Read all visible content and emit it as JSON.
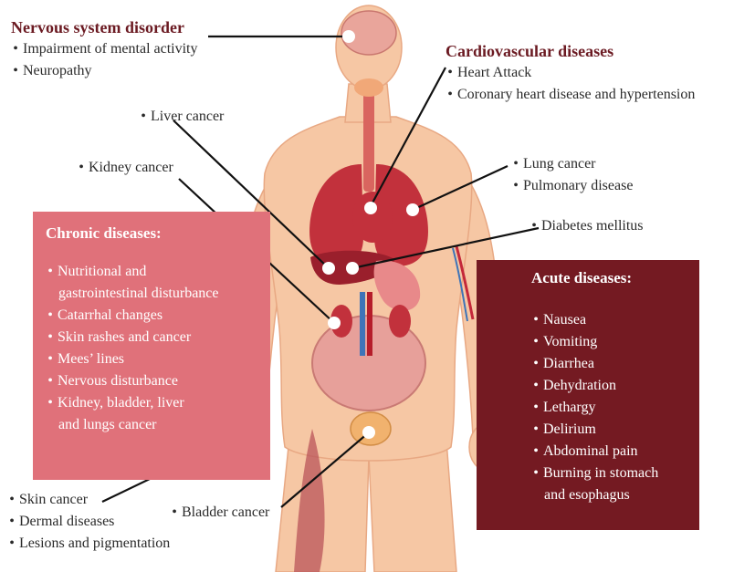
{
  "colors": {
    "skin": "#f6c7a4",
    "skin_edge": "#e8a883",
    "chronic_box": "#e0717a",
    "acute_box": "#741a22",
    "organ_red": "#c2313c",
    "organ_dark": "#9a1f2c",
    "intestine": "#e7a09a",
    "leader_line": "#111111"
  },
  "nervous": {
    "heading": "Nervous system disorder",
    "items": [
      "Impairment of mental activity",
      "Neuropathy"
    ]
  },
  "cardio": {
    "heading": "Cardiovascular diseases",
    "items": [
      "Heart Attack",
      "Coronary heart disease and hypertension"
    ]
  },
  "liver": {
    "items": [
      "Liver cancer"
    ]
  },
  "kidney": {
    "items": [
      "Kidney cancer"
    ]
  },
  "lung": {
    "items": [
      "Lung cancer",
      "Pulmonary disease"
    ]
  },
  "diabetes": {
    "items": [
      "Diabetes mellitus"
    ]
  },
  "bladder": {
    "items": [
      "Bladder cancer"
    ]
  },
  "skin": {
    "items": [
      "Skin cancer",
      "Dermal diseases",
      "Lesions and pigmentation"
    ]
  },
  "chronic": {
    "heading": "Chronic diseases:",
    "items": [
      [
        "Nutritional and",
        "gastrointestinal disturbance"
      ],
      [
        "Catarrhal changes"
      ],
      [
        "Skin rashes and cancer"
      ],
      [
        "Mees’ lines"
      ],
      [
        "Nervous disturbance"
      ],
      [
        "Kidney, bladder, liver",
        "and lungs cancer"
      ]
    ]
  },
  "acute": {
    "heading": "Acute diseases:",
    "items": [
      [
        "Nausea"
      ],
      [
        "Vomiting"
      ],
      [
        "Diarrhea"
      ],
      [
        "Dehydration"
      ],
      [
        "Lethargy"
      ],
      [
        "Delirium"
      ],
      [
        "Abdominal pain"
      ],
      [
        "Burning in stomach",
        "and esophagus"
      ]
    ]
  }
}
